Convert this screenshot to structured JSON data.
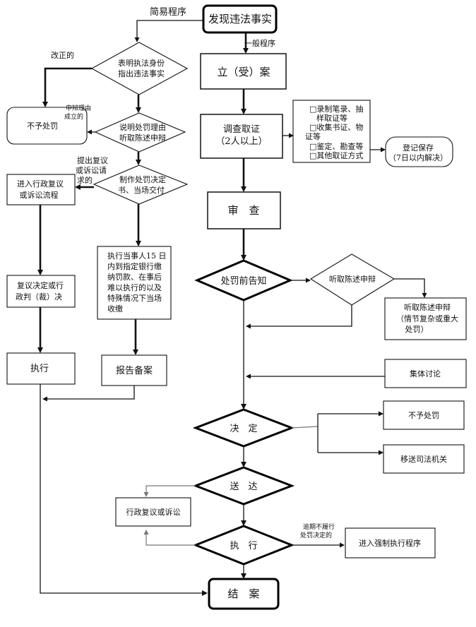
{
  "top_fragment": "",
  "nodes": {
    "discover": "发现违法事实",
    "file_case": "立（受）案",
    "investigate_1": "调查取证",
    "investigate_2": "（2人以上）",
    "review": "审　查",
    "pre_notice": "处罚前告知",
    "decide": "决　定",
    "serve": "送　达",
    "execute": "执　行",
    "close": "结　案",
    "no_penalty_right": "不予处罚",
    "transfer": "移送司法机关",
    "admin_review_lit": "行政复议或诉讼",
    "force_exec": "进入强制执行程序",
    "collective": "集体讨论",
    "hearing_box_1": "听取陈述申辩",
    "hearing_box_2": "（情节复杂或重大",
    "hearing_box_3": "处罚）",
    "hearing_diamond": "听取陈述申辩",
    "register_1": "登记保存",
    "register_2": "（7日以内解决）",
    "evidence_1": "□录制笔录、抽",
    "evidence_2": "样取证等",
    "evidence_3": "□收集书证、物",
    "evidence_4": "证等",
    "evidence_5": "□鉴定、勘查等",
    "evidence_6": "□其他取证方式",
    "identity_1": "表明执法身份",
    "identity_2": "指出违法事实",
    "explain_1": "说明处罚理由",
    "explain_2": "听取陈述申辩",
    "make_decision_1": "制作处罚决定",
    "make_decision_2": "书、当场交付",
    "no_penalty_left": "不予处罚",
    "enter_review_1": "进入行政复议",
    "enter_review_2": "或诉讼流程",
    "review_decision_1": "复议决定或行",
    "review_decision_2": "政判（裁）决",
    "execute_left": "执行",
    "pay_1": "执行当事人15 日",
    "pay_2": "内到指定银行缴",
    "pay_3": "纳罚款、在事后",
    "pay_4": "难以执行的以及",
    "pay_5": "特殊情况下当场",
    "pay_6": "收缴",
    "report": "报告备案"
  },
  "labels": {
    "simple_procedure": "简易程序",
    "general_procedure": "一般程序",
    "corrected": "改正的",
    "defense_1": "申辩理由",
    "defense_2": "成立的",
    "appeal_1": "提出复议",
    "appeal_2": "或诉讼请",
    "appeal_3": "求的",
    "overdue_1": "逾期不履行",
    "overdue_2": "处罚决定的"
  }
}
